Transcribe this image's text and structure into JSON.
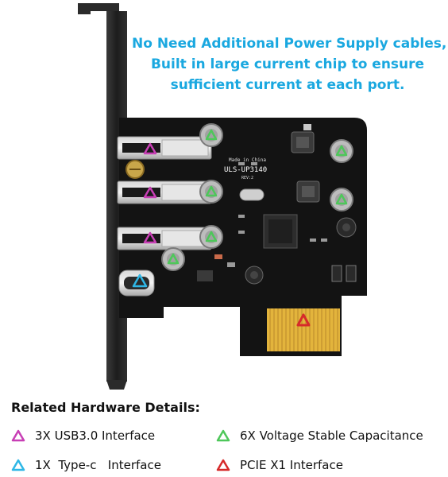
{
  "tagline": {
    "line1": "No Need Additional Power Supply cables,",
    "line2": "Built in large current chip to ensure",
    "line3": "sufficient current at each port."
  },
  "board": {
    "model": "ULS-UP3140",
    "made_in": "Made in China",
    "rev": "REV:2"
  },
  "details_title": "Related Hardware Details:",
  "legend": [
    {
      "marker_color": "#c83fb5",
      "label": "3X USB3.0 Interface"
    },
    {
      "marker_color": "#4ec75a",
      "label": "6X Voltage Stable Capacitance"
    },
    {
      "marker_color": "#2fb7e6",
      "label": "1X  Type-c   Interface"
    },
    {
      "marker_color": "#d62a2a",
      "label": "PCIE X1 Interface"
    }
  ],
  "colors": {
    "tagline": "#1aa8e0",
    "pcb": "#141414",
    "bracket": "#2a2a2a",
    "gold": "#e3b43c"
  }
}
